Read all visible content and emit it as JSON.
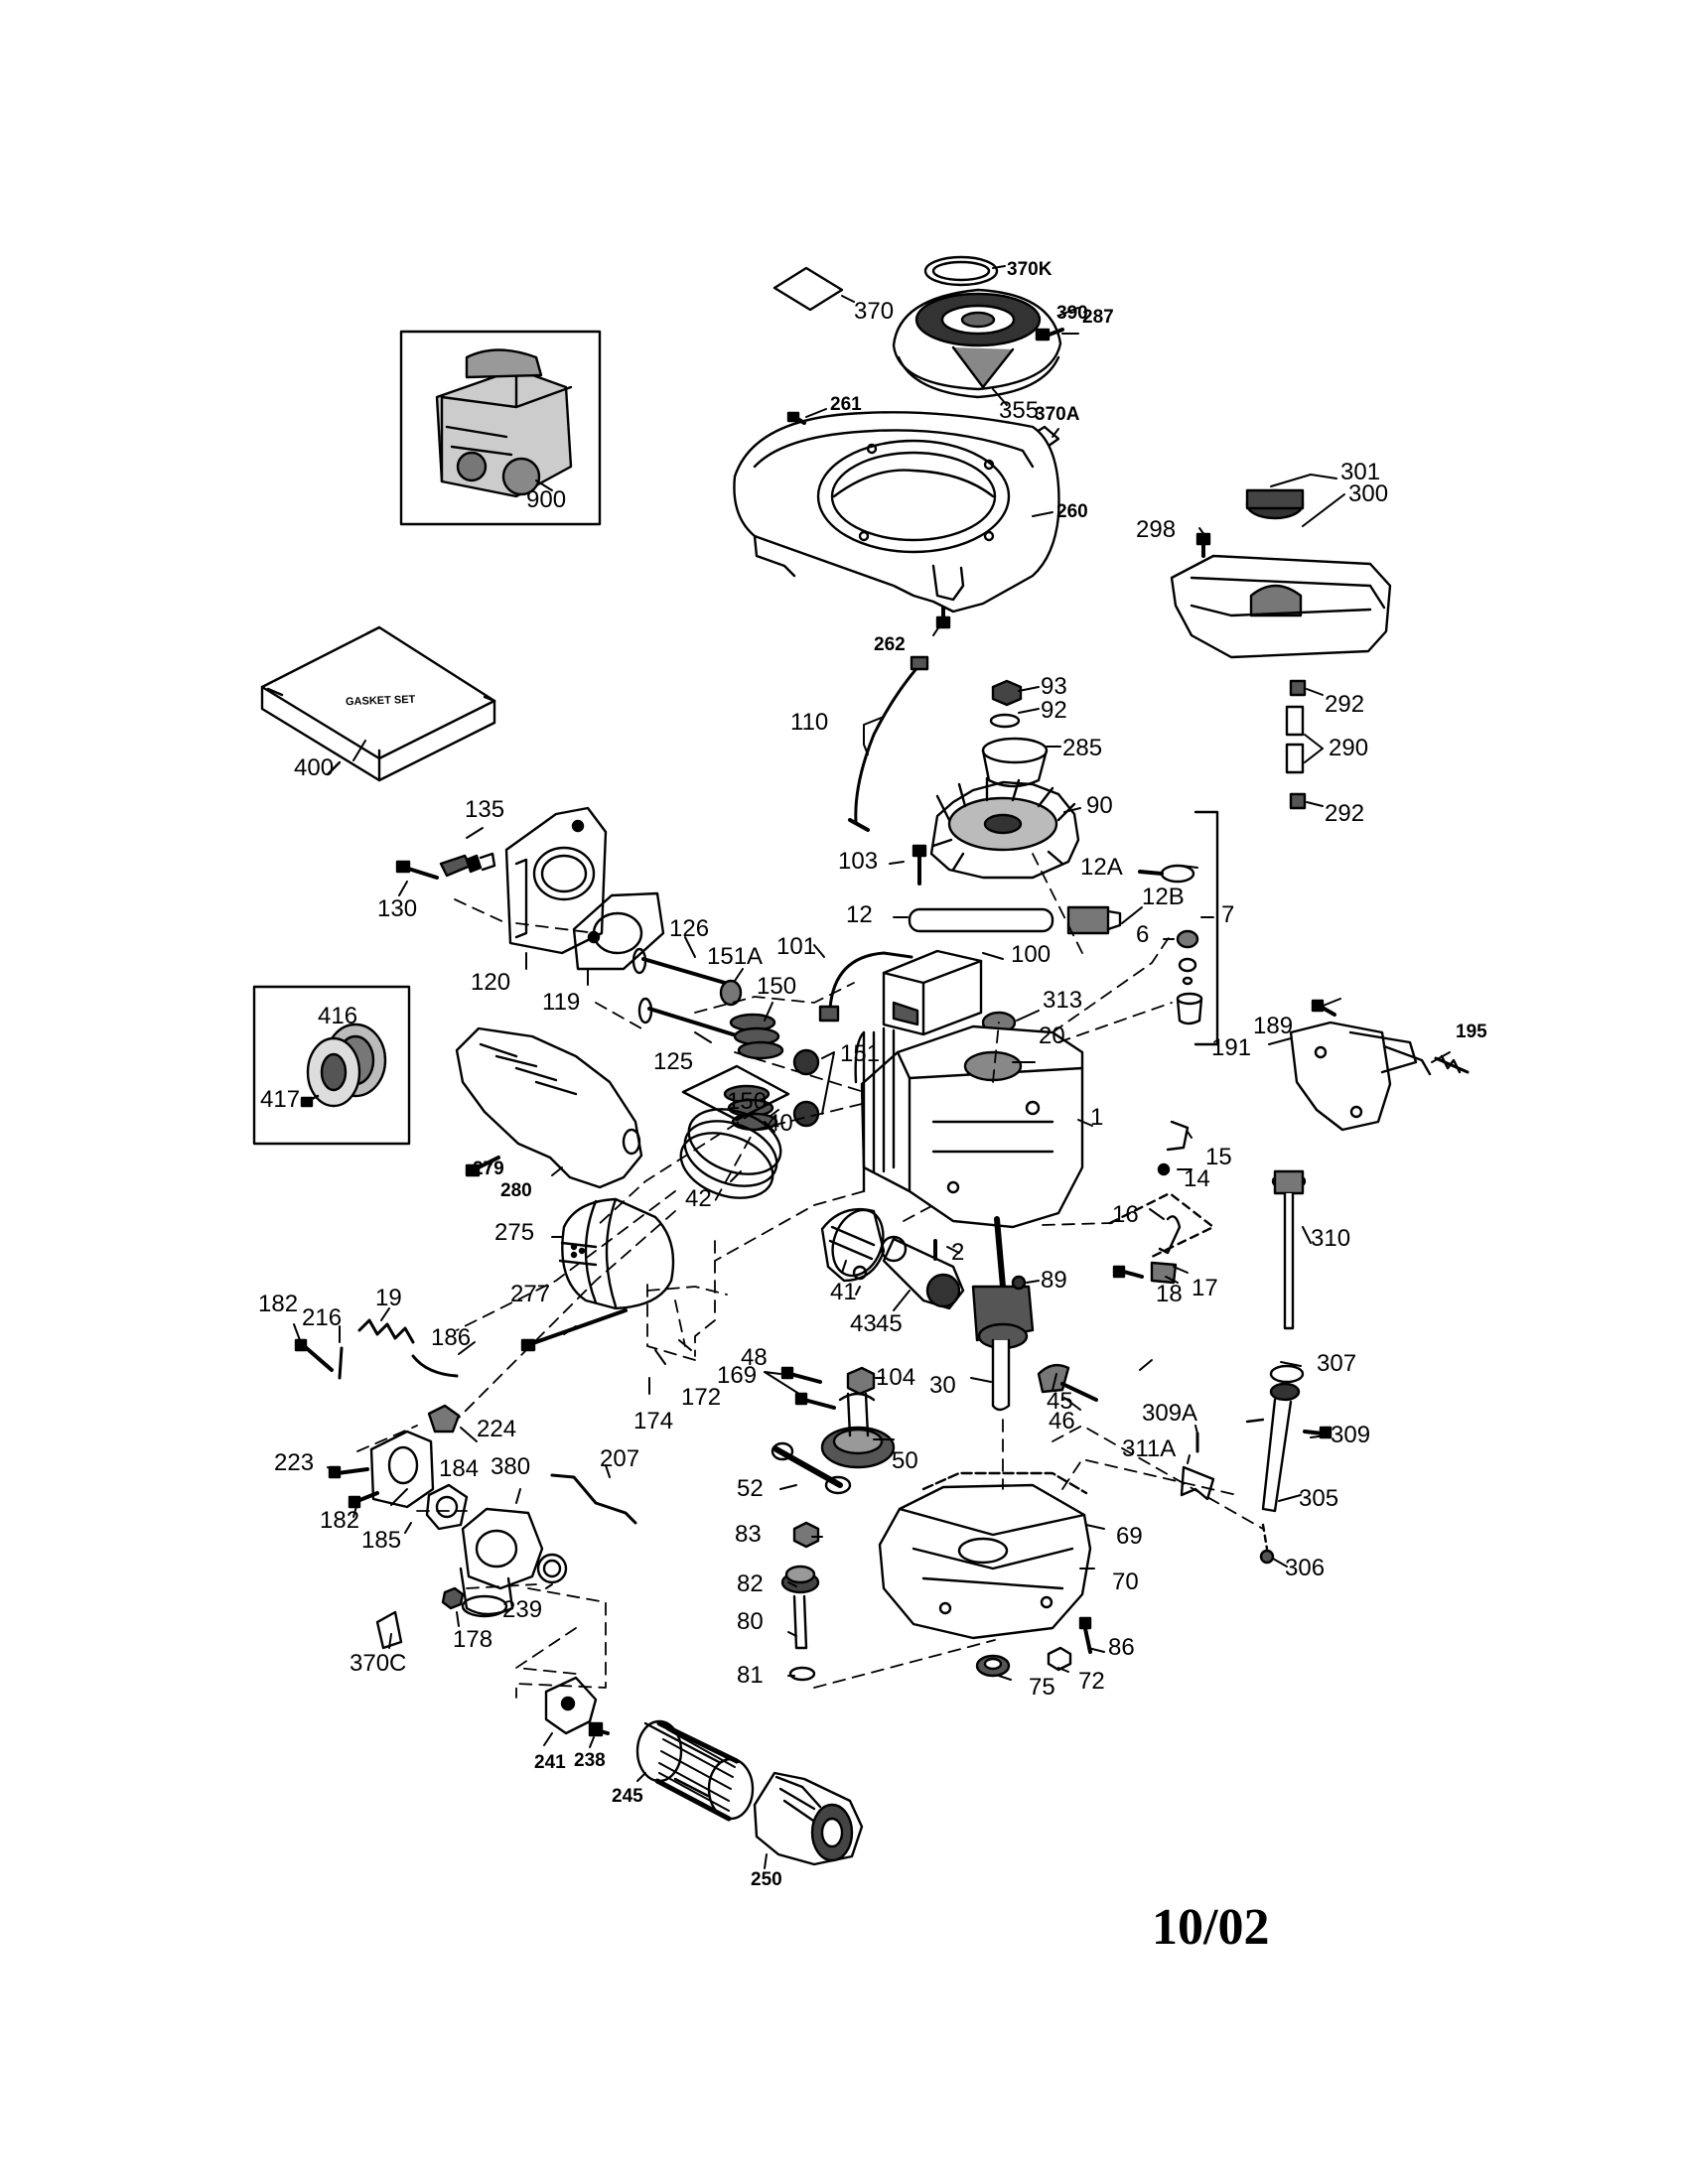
{
  "diagram": {
    "date_code": "10/02",
    "gasket_set_text": "GASKET SET",
    "parts": [
      {
        "id": "p370K",
        "label": "370K",
        "bold": true
      },
      {
        "id": "p370",
        "label": "370",
        "bold": false
      },
      {
        "id": "p390",
        "label": "390",
        "bold": true
      },
      {
        "id": "p287",
        "label": "287",
        "bold": true
      },
      {
        "id": "p355",
        "label": "355",
        "bold": false
      },
      {
        "id": "p370A",
        "label": "370A",
        "bold": true
      },
      {
        "id": "p261",
        "label": "261",
        "bold": true
      },
      {
        "id": "p260",
        "label": "260",
        "bold": true
      },
      {
        "id": "p900",
        "label": "900",
        "bold": false
      },
      {
        "id": "p301",
        "label": "301",
        "bold": false
      },
      {
        "id": "p300",
        "label": "300",
        "bold": false
      },
      {
        "id": "p298",
        "label": "298",
        "bold": false
      },
      {
        "id": "p262",
        "label": "262",
        "bold": true
      },
      {
        "id": "p400",
        "label": "400",
        "bold": false
      },
      {
        "id": "p93",
        "label": "93",
        "bold": false
      },
      {
        "id": "p92",
        "label": "92",
        "bold": false
      },
      {
        "id": "p110",
        "label": "110",
        "bold": false
      },
      {
        "id": "p285",
        "label": "285",
        "bold": false
      },
      {
        "id": "p292a",
        "label": "292",
        "bold": false
      },
      {
        "id": "p290",
        "label": "290",
        "bold": false
      },
      {
        "id": "p292b",
        "label": "292",
        "bold": false
      },
      {
        "id": "p135",
        "label": "135",
        "bold": false
      },
      {
        "id": "p90",
        "label": "90",
        "bold": false
      },
      {
        "id": "p103",
        "label": "103",
        "bold": false
      },
      {
        "id": "p12A",
        "label": "12A",
        "bold": false
      },
      {
        "id": "p130",
        "label": "130",
        "bold": false
      },
      {
        "id": "p12",
        "label": "12",
        "bold": false
      },
      {
        "id": "p12B",
        "label": "12B",
        "bold": false
      },
      {
        "id": "p7",
        "label": "7",
        "bold": false
      },
      {
        "id": "p6",
        "label": "6",
        "bold": false
      },
      {
        "id": "p126",
        "label": "126",
        "bold": false
      },
      {
        "id": "p101",
        "label": "101",
        "bold": false
      },
      {
        "id": "p151A",
        "label": "151A",
        "bold": false
      },
      {
        "id": "p100",
        "label": "100",
        "bold": false
      },
      {
        "id": "p120",
        "label": "120",
        "bold": false
      },
      {
        "id": "p150a",
        "label": "150",
        "bold": false
      },
      {
        "id": "p119",
        "label": "119",
        "bold": false
      },
      {
        "id": "p313",
        "label": "313",
        "bold": false
      },
      {
        "id": "p189",
        "label": "189",
        "bold": false
      },
      {
        "id": "p416",
        "label": "416",
        "bold": false
      },
      {
        "id": "p20",
        "label": "20",
        "bold": false
      },
      {
        "id": "p195",
        "label": "195",
        "bold": true
      },
      {
        "id": "p191",
        "label": "191",
        "bold": false
      },
      {
        "id": "p125",
        "label": "125",
        "bold": false
      },
      {
        "id": "p151",
        "label": "151",
        "bold": false
      },
      {
        "id": "p417",
        "label": "417",
        "bold": false
      },
      {
        "id": "p150b",
        "label": "150",
        "bold": false
      },
      {
        "id": "p1",
        "label": "1",
        "bold": false
      },
      {
        "id": "p40",
        "label": "40",
        "bold": false
      },
      {
        "id": "p15",
        "label": "15",
        "bold": false
      },
      {
        "id": "p279",
        "label": "279",
        "bold": true
      },
      {
        "id": "p14",
        "label": "14",
        "bold": false
      },
      {
        "id": "p42",
        "label": "42",
        "bold": false
      },
      {
        "id": "p280",
        "label": "280",
        "bold": true
      },
      {
        "id": "p16",
        "label": "16",
        "bold": false
      },
      {
        "id": "p275",
        "label": "275",
        "bold": false
      },
      {
        "id": "p2",
        "label": "2",
        "bold": false
      },
      {
        "id": "p310",
        "label": "310",
        "bold": false
      },
      {
        "id": "p18",
        "label": "18",
        "bold": false
      },
      {
        "id": "p17",
        "label": "17",
        "bold": false
      },
      {
        "id": "p41",
        "label": "41",
        "bold": false
      },
      {
        "id": "p89",
        "label": "89",
        "bold": false
      },
      {
        "id": "p277",
        "label": "277",
        "bold": false
      },
      {
        "id": "p43",
        "label": "43",
        "bold": false
      },
      {
        "id": "p45a",
        "label": "45",
        "bold": false
      },
      {
        "id": "p182a",
        "label": "182",
        "bold": false
      },
      {
        "id": "p216",
        "label": "216",
        "bold": false
      },
      {
        "id": "p19",
        "label": "19",
        "bold": false
      },
      {
        "id": "p186",
        "label": "186",
        "bold": false
      },
      {
        "id": "p169",
        "label": "169",
        "bold": false
      },
      {
        "id": "p48",
        "label": "48",
        "bold": false
      },
      {
        "id": "p104",
        "label": "104",
        "bold": false
      },
      {
        "id": "p307",
        "label": "307",
        "bold": false
      },
      {
        "id": "p172",
        "label": "172",
        "bold": false
      },
      {
        "id": "p30",
        "label": "30",
        "bold": false
      },
      {
        "id": "p45b",
        "label": "45",
        "bold": false
      },
      {
        "id": "p174",
        "label": "174",
        "bold": false
      },
      {
        "id": "p46",
        "label": "46",
        "bold": false
      },
      {
        "id": "p309A",
        "label": "309A",
        "bold": false
      },
      {
        "id": "p224",
        "label": "224",
        "bold": false
      },
      {
        "id": "p309",
        "label": "309",
        "bold": false
      },
      {
        "id": "p311A",
        "label": "311A",
        "bold": false
      },
      {
        "id": "p50",
        "label": "50",
        "bold": false
      },
      {
        "id": "p223",
        "label": "223",
        "bold": false
      },
      {
        "id": "p184",
        "label": "184",
        "bold": false
      },
      {
        "id": "p380",
        "label": "380",
        "bold": false
      },
      {
        "id": "p207",
        "label": "207",
        "bold": false
      },
      {
        "id": "p52",
        "label": "52",
        "bold": false
      },
      {
        "id": "p305",
        "label": "305",
        "bold": false
      },
      {
        "id": "p182b",
        "label": "182",
        "bold": false
      },
      {
        "id": "p83",
        "label": "83",
        "bold": false
      },
      {
        "id": "p185",
        "label": "185",
        "bold": false
      },
      {
        "id": "p69",
        "label": "69",
        "bold": false
      },
      {
        "id": "p306",
        "label": "306",
        "bold": false
      },
      {
        "id": "p82",
        "label": "82",
        "bold": false
      },
      {
        "id": "p70",
        "label": "70",
        "bold": false
      },
      {
        "id": "p239",
        "label": "239",
        "bold": false
      },
      {
        "id": "p178",
        "label": "178",
        "bold": false
      },
      {
        "id": "p80",
        "label": "80",
        "bold": false
      },
      {
        "id": "p86",
        "label": "86",
        "bold": false
      },
      {
        "id": "p370C",
        "label": "370C",
        "bold": false
      },
      {
        "id": "p81",
        "label": "81",
        "bold": false
      },
      {
        "id": "p75",
        "label": "75",
        "bold": false
      },
      {
        "id": "p72",
        "label": "72",
        "bold": false
      },
      {
        "id": "p241",
        "label": "241",
        "bold": true
      },
      {
        "id": "p238",
        "label": "238",
        "bold": true
      },
      {
        "id": "p245",
        "label": "245",
        "bold": true
      },
      {
        "id": "p250",
        "label": "250",
        "bold": true
      }
    ]
  }
}
